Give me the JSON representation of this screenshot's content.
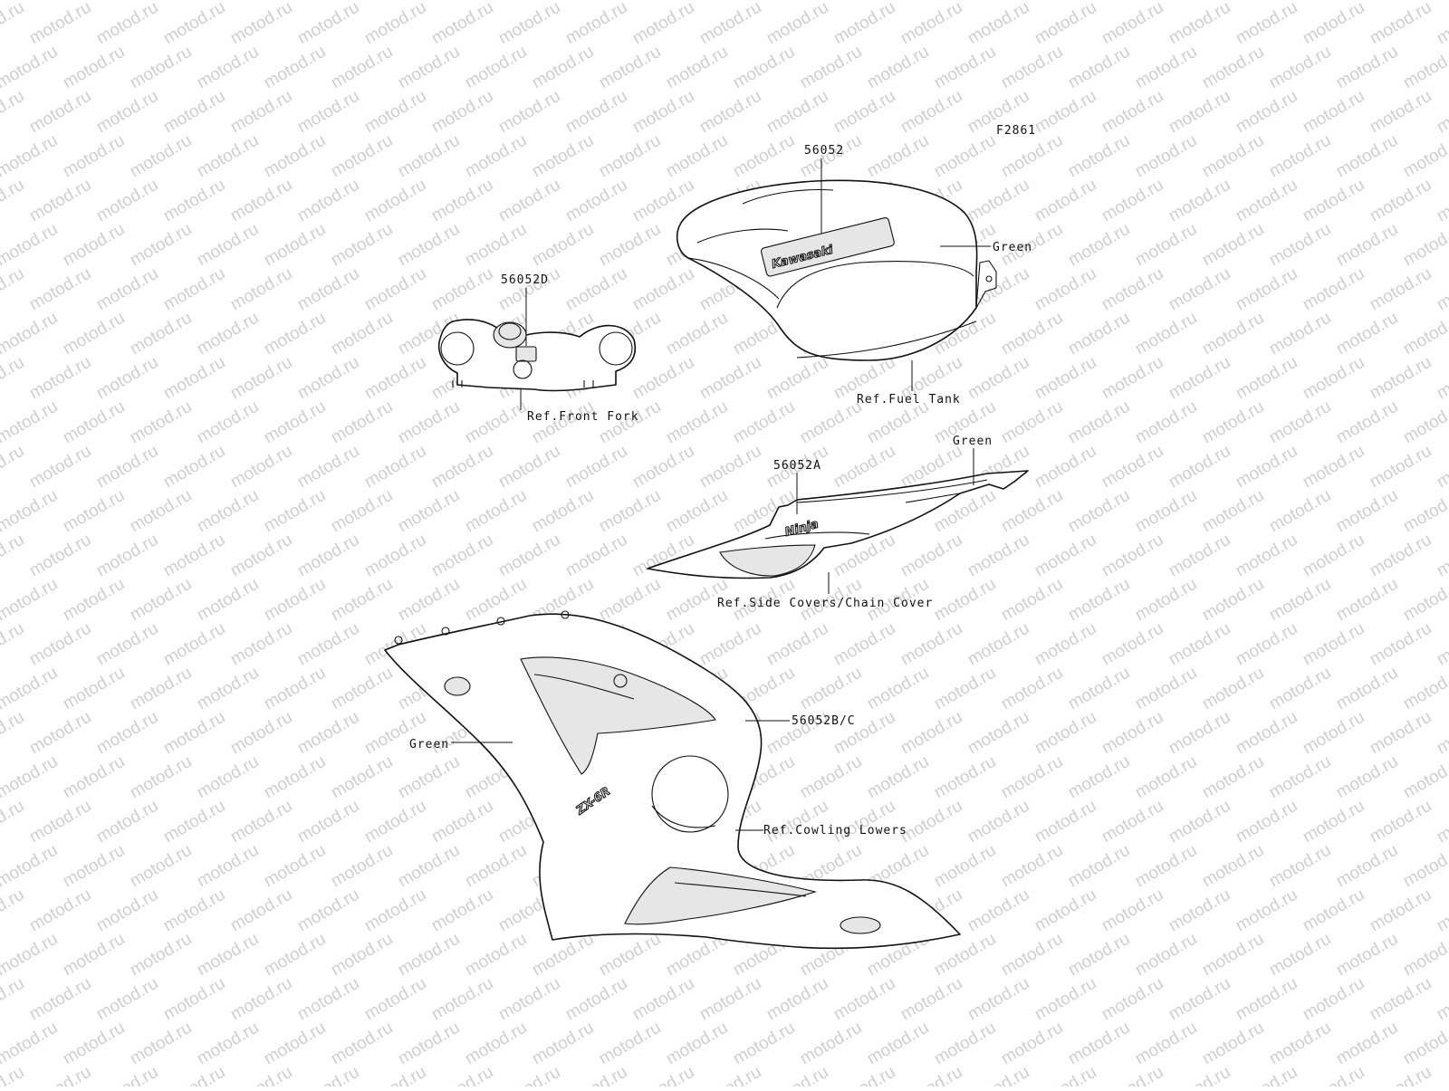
{
  "figure_code": "F2861",
  "watermark_text": "motod.ru",
  "callouts": {
    "tank_part": "56052",
    "tank_color": "Green",
    "tank_ref": "Ref.Fuel Tank",
    "fork_part": "56052D",
    "fork_ref": "Ref.Front Fork",
    "side_color": "Green",
    "side_part": "56052A",
    "side_ref": "Ref.Side Covers/Chain Cover",
    "cowl_part": "56052B/C",
    "cowl_color": "Green",
    "cowl_ref": "Ref.Cowling Lowers"
  },
  "decals": {
    "tank_logo": "Kawasaki",
    "side_logo": "Ninja",
    "cowl_logo": "ZX-6R"
  },
  "colors": {
    "line": "#111111",
    "watermark": "#cfcfcf",
    "fill": "#e6e6e6"
  }
}
